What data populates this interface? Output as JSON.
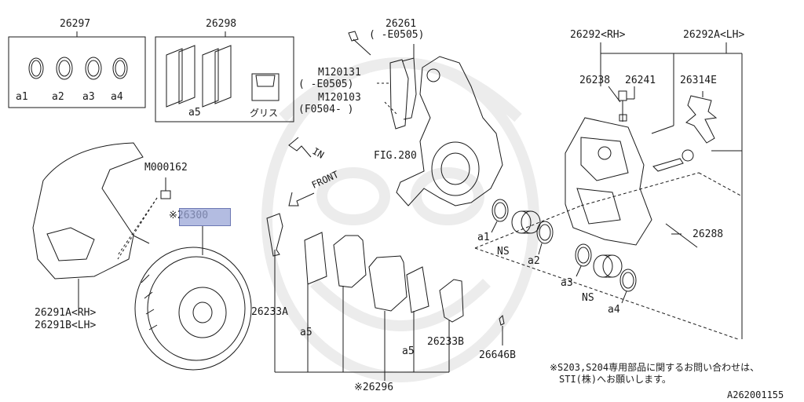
{
  "labels": {
    "p26297": "26297",
    "p26298": "26298",
    "p26261": "26261",
    "p26261_range": "(   -E0505)",
    "p26292": "26292<RH>",
    "p26292a": "26292A<LH>",
    "m120131": "M120131",
    "m120131_range": "(   -E0505)",
    "m120103": "M120103",
    "m120103_range": "(F0504-   )",
    "p26238": "26238",
    "p26241": "26241",
    "p26314e": "26314E",
    "m000162": "M000162",
    "fig280": "FIG.280",
    "p26300": "※26300",
    "p26288": "26288",
    "p26291a": "26291A<RH>",
    "p26291b": "26291B<LH>",
    "p26233a": "26233A",
    "p26233b": "26233B",
    "p26646b": "26646B",
    "p26296": "※26296",
    "a1": "a1",
    "a2": "a2",
    "a3": "a3",
    "a4": "a4",
    "a5": "a5",
    "grease": "グリス",
    "ns": "NS",
    "dir_in": "IN",
    "dir_front": "FRONT",
    "note_line1": "※S203,S204専用部品に関するお問い合わせは、",
    "note_line2": "STI(株)へお願いします。",
    "diagram_id": "A262001155"
  },
  "colors": {
    "line": "#1a1a1a",
    "highlight_fill": "#9aa6d8",
    "highlight_border": "#3b4a9a",
    "watermark": "#ececec"
  }
}
